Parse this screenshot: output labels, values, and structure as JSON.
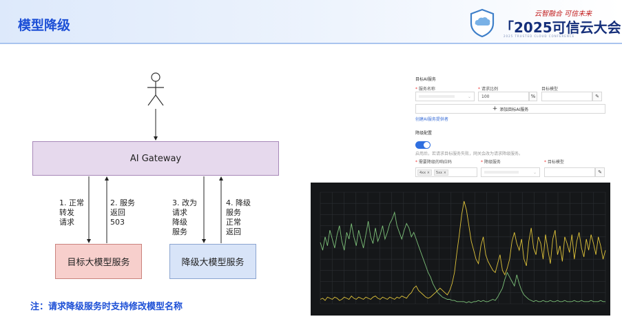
{
  "header": {
    "title": "模型降级",
    "logo_slogan": "云智融合 可信未来",
    "logo_main": "「2025可信云大会",
    "logo_sub": "2025 TRUSTED CLOUD CONFERENCE"
  },
  "diagram": {
    "gateway_label": "AI Gateway",
    "target_label": "目标大模型服务",
    "fallback_label": "降级大模型服务",
    "steps": [
      "1. 正常\n转发\n请求",
      "2. 服务\n返回\n503",
      "3. 改为\n请求\n降级\n服务",
      "4. 降级\n服务\n正常\n返回"
    ]
  },
  "note": "注：请求降级服务时支持修改模型名称",
  "config": {
    "section_title": "目标AI服务",
    "service_label": "服务名称",
    "ratio_label": "请求比例",
    "model_label": "目标模型",
    "ratio_value": "100",
    "percent": "%",
    "add_button": "添加目标AI服务",
    "create_link": "创建AI服务提供者",
    "fallback_title": "降级配置",
    "fallback_desc": "启用后，若请求目标服务失败，网关会改为请求降级服务。",
    "codes_label": "需要降级的响应码",
    "fallback_service_label": "降级服务",
    "fallback_model_label": "目标模型",
    "tags": [
      "4xx ×",
      "5xx ×"
    ],
    "required_mark": "*",
    "plus": "+"
  },
  "chart_data": {
    "type": "line",
    "colors": [
      "#7ec27a",
      "#e0c43a"
    ],
    "x": [
      0,
      1,
      2,
      3,
      4,
      5,
      6,
      7,
      8,
      9,
      10,
      11,
      12,
      13,
      14,
      15,
      16,
      17,
      18,
      19,
      20,
      21,
      22,
      23,
      24,
      25,
      26,
      27,
      28,
      29,
      30,
      31,
      32,
      33,
      34,
      35,
      36,
      37,
      38,
      39,
      40,
      41,
      42,
      43,
      44,
      45,
      46,
      47,
      48,
      49,
      50,
      51,
      52,
      53,
      54,
      55,
      56,
      57,
      58,
      59,
      60,
      61,
      62,
      63,
      64,
      65,
      66,
      67,
      68,
      69,
      70,
      71,
      72,
      73,
      74,
      75,
      76,
      77,
      78,
      79,
      80,
      81,
      82,
      83,
      84,
      85,
      86,
      87,
      88,
      89,
      90,
      91,
      92,
      93,
      94,
      95,
      96,
      97,
      98,
      99,
      100,
      101,
      102,
      103,
      104,
      105,
      106,
      107,
      108,
      109,
      110,
      111,
      112,
      113,
      114,
      115,
      116,
      117,
      118,
      119
    ],
    "series": [
      {
        "values": [
          55,
          48,
          60,
          52,
          66,
          58,
          50,
          62,
          70,
          56,
          48,
          64,
          58,
          72,
          60,
          52,
          66,
          58,
          50,
          62,
          74,
          60,
          54,
          68,
          56,
          62,
          70,
          58,
          64,
          72,
          76,
          82,
          70,
          64,
          58,
          66,
          72,
          68,
          60,
          64,
          58,
          52,
          46,
          40,
          34,
          28,
          24,
          18,
          14,
          10,
          8,
          6,
          5,
          4,
          4,
          3,
          3,
          2,
          2,
          2,
          2,
          1,
          2,
          1,
          2,
          2,
          3,
          2,
          3,
          2,
          2,
          3,
          4,
          3,
          6,
          10,
          14,
          22,
          28,
          24,
          20,
          16,
          26,
          18,
          12,
          8,
          6,
          4,
          3,
          2,
          3,
          2,
          2,
          3,
          2,
          2,
          3,
          2,
          2,
          3,
          2,
          2,
          3,
          2,
          2,
          2,
          3,
          2,
          2,
          3,
          2,
          2,
          2,
          3,
          2,
          2,
          2,
          3,
          2,
          2
        ]
      },
      {
        "values": [
          4,
          5,
          3,
          6,
          5,
          4,
          6,
          5,
          3,
          4,
          6,
          5,
          4,
          7,
          5,
          4,
          6,
          5,
          4,
          6,
          5,
          4,
          6,
          7,
          5,
          4,
          6,
          5,
          4,
          6,
          5,
          4,
          6,
          5,
          7,
          6,
          5,
          8,
          10,
          14,
          16,
          12,
          10,
          8,
          6,
          5,
          6,
          8,
          10,
          12,
          14,
          12,
          10,
          8,
          12,
          18,
          28,
          46,
          62,
          80,
          92,
          84,
          70,
          56,
          48,
          40,
          36,
          52,
          60,
          44,
          38,
          34,
          30,
          28,
          36,
          44,
          30,
          26,
          32,
          40,
          56,
          64,
          54,
          48,
          58,
          40,
          34,
          56,
          68,
          50,
          44,
          60,
          54,
          40,
          62,
          48,
          36,
          58,
          66,
          44,
          52,
          38,
          60,
          54,
          46,
          62,
          40,
          56,
          64,
          50,
          42,
          58,
          48,
          62,
          54,
          44,
          60,
          52,
          40,
          48
        ]
      }
    ]
  }
}
